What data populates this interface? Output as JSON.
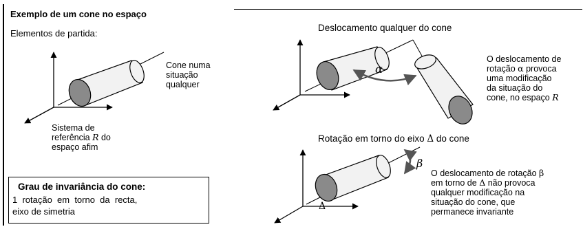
{
  "left_panel": {
    "title": "Exemplo de um cone no espaço",
    "subtitle": "Elementos de partida:",
    "cone_label": [
      "Cone numa",
      "situação",
      "qualquer"
    ],
    "frame_label": {
      "line1": "Sistema de",
      "line2_pre": "referência ",
      "line2_sym": "R",
      "line2_post": " do",
      "line3": "espaço afim"
    },
    "invariance_box": {
      "title": "Grau de invariância do cone:",
      "line1": "1  rotação  em  torno  da  recta,",
      "line2": "eixo de simetria"
    }
  },
  "right_top": {
    "title": "Deslocamento qualquer do cone",
    "angle_symbol": "α",
    "note_lines": {
      "l1": "O deslocamento de",
      "l2_pre": "rotação ",
      "l2_sym": "α",
      "l2_post": " provoca",
      "l3": "uma modificação",
      "l4": "da situação do",
      "l5_pre": "cone, no espaço ",
      "l5_sym": "R"
    }
  },
  "right_bottom": {
    "title_pre": "Rotação em torno do eixo ",
    "title_sym": "Δ",
    "title_post": " do cone",
    "angle_symbol": "β",
    "axis_symbol": "Δ",
    "note_lines": {
      "l1_pre": "O deslocamento de rotação ",
      "l1_sym": "β",
      "l2_pre": "em torno de ",
      "l2_sym": "Δ",
      "l2_post": " não provoca",
      "l3": "qualquer modificação na",
      "l4": "situação do cone, que",
      "l5": "permanece invariante"
    }
  },
  "colors": {
    "cone_body": "#f2f2f2",
    "cone_base": "#8a8a8a",
    "lines": "#000000",
    "arrow_arc": "#555555"
  }
}
